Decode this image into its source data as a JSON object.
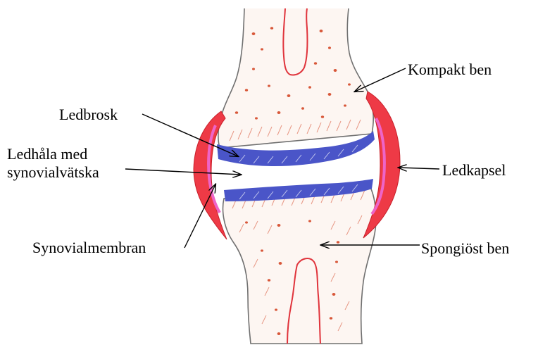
{
  "labels": {
    "kompakt_ben": "Kompakt ben",
    "ledbrosk": "Ledbrosk",
    "ledhala_line1": "Ledhåla med",
    "ledhala_line2": "synovialvätska",
    "ledkapsel": "Ledkapsel",
    "synovialmembran": "Synovialmembran",
    "spongiost_ben": "Spongiöst ben"
  },
  "colors": {
    "bone_outline": "#707070",
    "marrow_line": "#e0343c",
    "bone_dots": "#d8583a",
    "hatch": "#e07860",
    "cartilage": "#4a55c8",
    "cartilage_hatch": "#d9dcf4",
    "capsule": "#ee3a46",
    "membrane": "#ee64c8",
    "arrow": "#000000"
  }
}
